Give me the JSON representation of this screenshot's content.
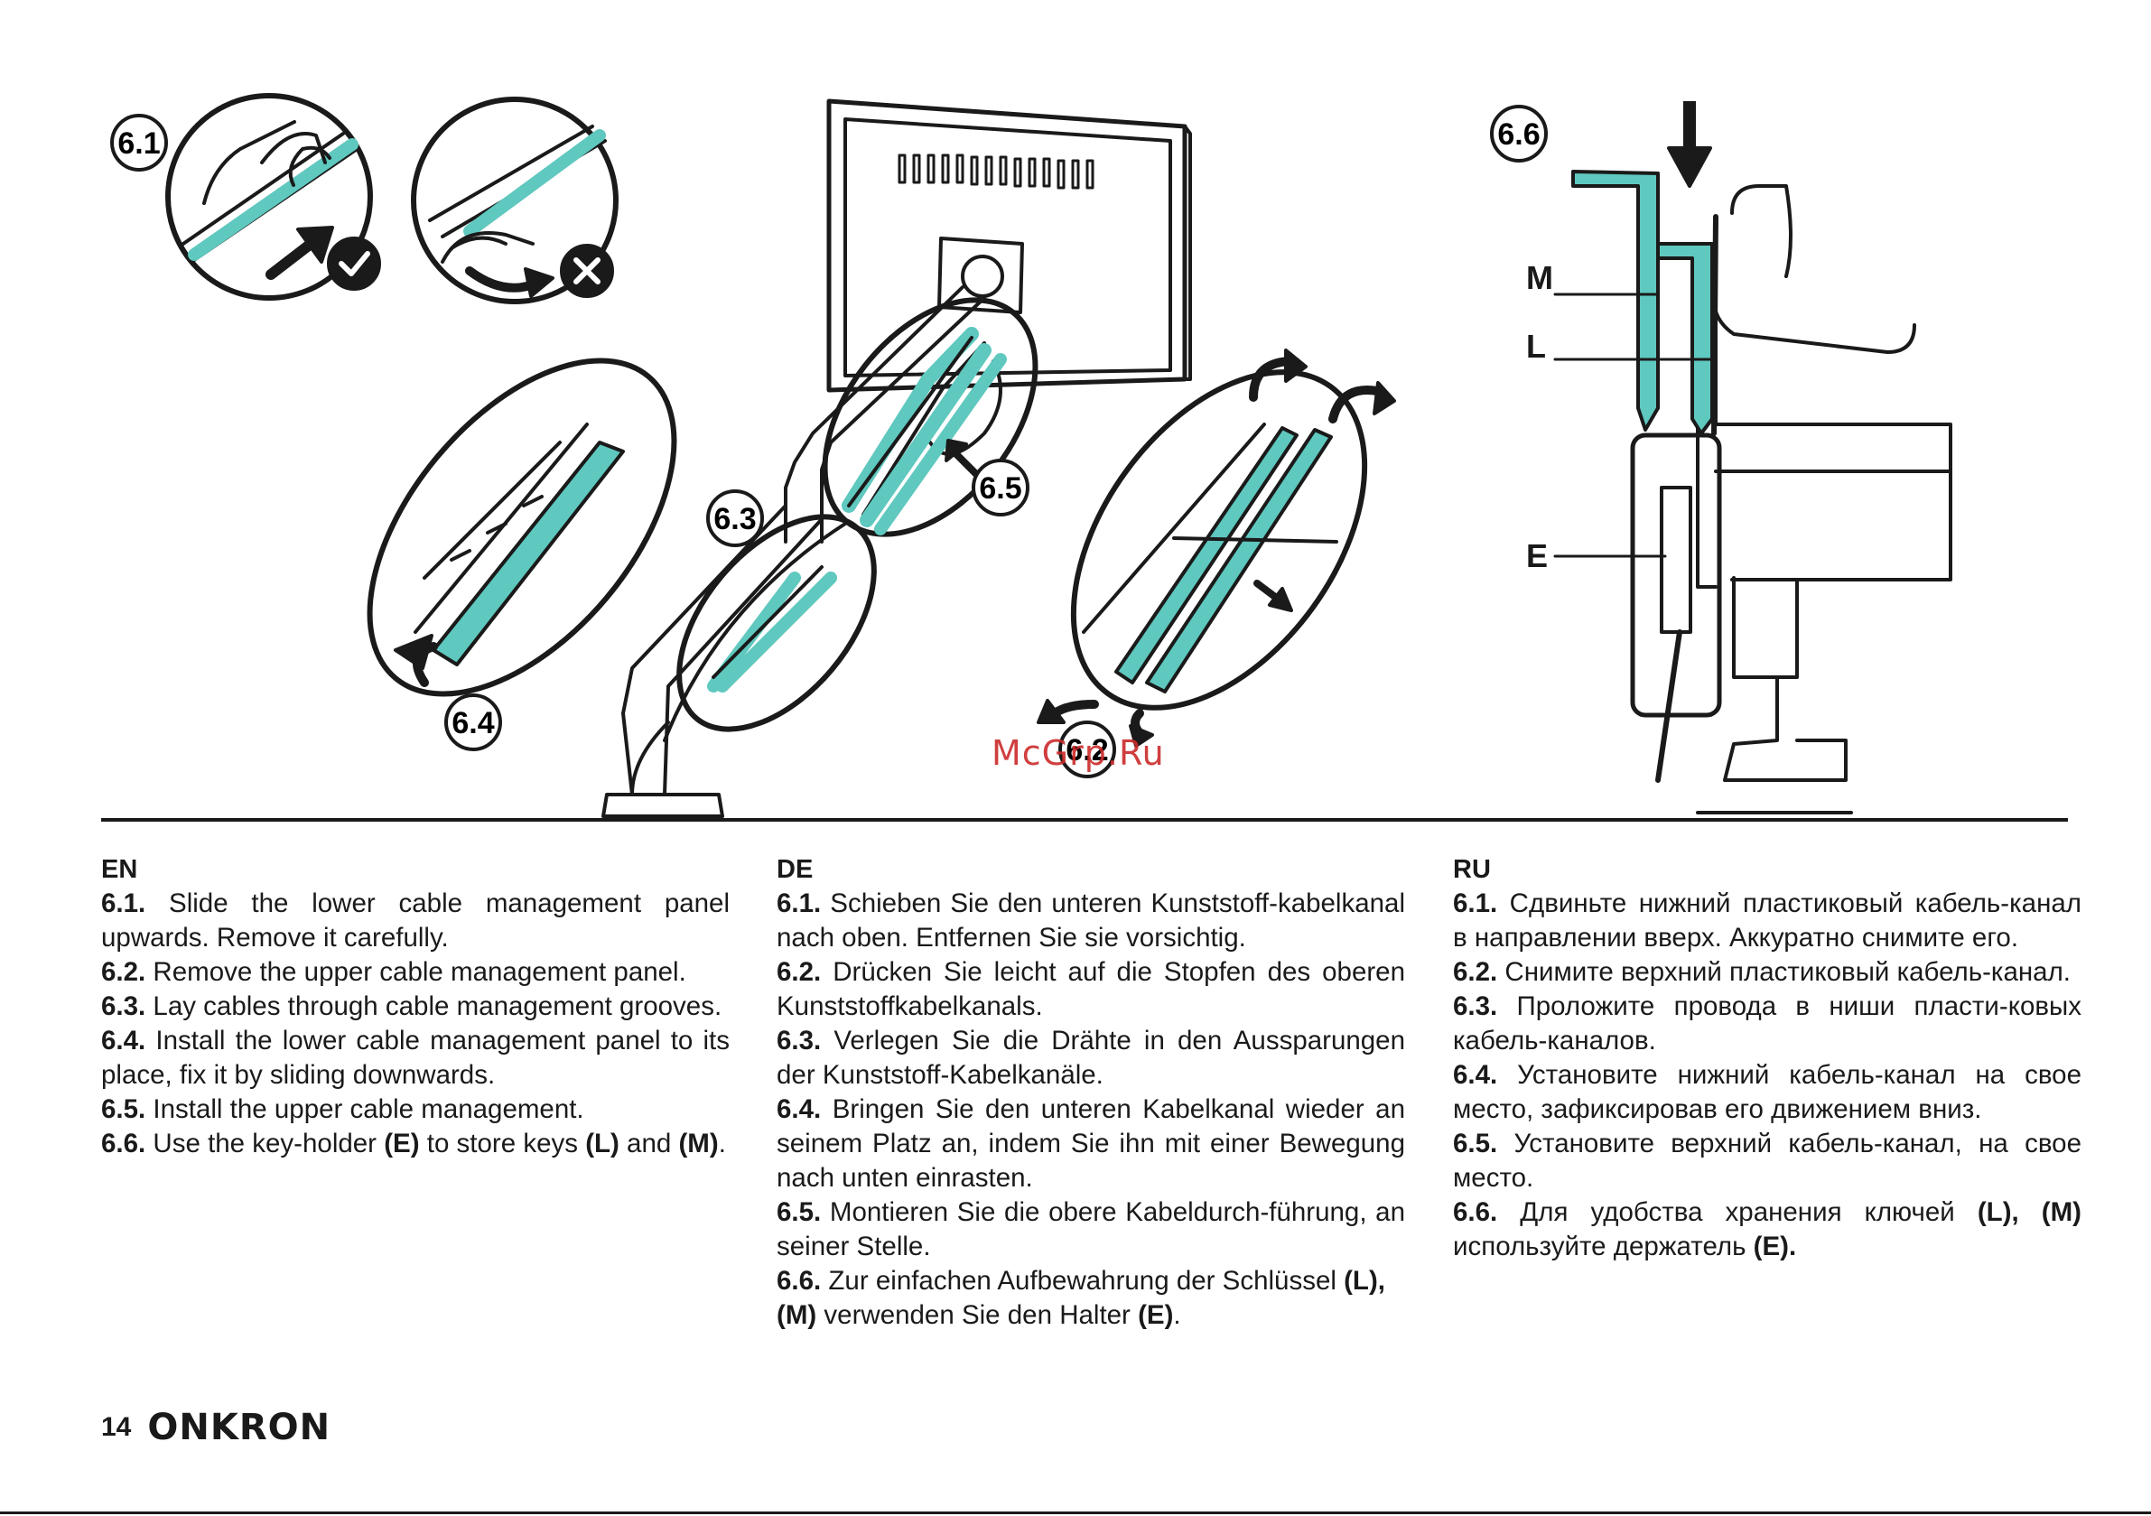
{
  "illustration": {
    "step_labels": [
      "6.1",
      "6.2",
      "6.3",
      "6.4",
      "6.5",
      "6.6"
    ],
    "key_labels": [
      "M",
      "L",
      "E"
    ],
    "accent_color": "#5fc8bf",
    "icons": [
      "check-icon",
      "cross-icon",
      "arrow-down-icon"
    ]
  },
  "watermark": "McGrp.Ru",
  "columns": [
    {
      "heading": "EN",
      "items": [
        {
          "num": "6.1.",
          "pre": " Slide the lower cable management panel upwards. Remove it carefully.",
          "b1": "",
          "mid": "",
          "b2": "",
          "post": "",
          "b3": "",
          "end": ""
        },
        {
          "num": "6.2.",
          "pre": " Remove the upper cable management panel.",
          "b1": "",
          "mid": "",
          "b2": "",
          "post": "",
          "b3": "",
          "end": ""
        },
        {
          "num": "6.3.",
          "pre": " Lay cables through cable management grooves.",
          "b1": "",
          "mid": "",
          "b2": "",
          "post": "",
          "b3": "",
          "end": ""
        },
        {
          "num": "6.4.",
          "pre": " Install the lower cable management panel to its place, fix it by sliding downwards.",
          "b1": "",
          "mid": "",
          "b2": "",
          "post": "",
          "b3": "",
          "end": ""
        },
        {
          "num": "6.5.",
          "pre": " Install the upper cable management.",
          "b1": "",
          "mid": "",
          "b2": "",
          "post": "",
          "b3": "",
          "end": ""
        },
        {
          "num": "6.6.",
          "pre": " Use the key-holder ",
          "b1": "(E)",
          "mid": " to store keys ",
          "b2": "(L)",
          "post": " and ",
          "b3": "(M)",
          "end": "."
        }
      ]
    },
    {
      "heading": "DE",
      "items": [
        {
          "num": "6.1.",
          "pre": " Schieben Sie den unteren Kunststoff-kabelkanal nach oben. Entfernen Sie sie vorsichtig.",
          "b1": "",
          "mid": "",
          "b2": "",
          "post": "",
          "b3": "",
          "end": ""
        },
        {
          "num": "6.2.",
          "pre": " Drücken Sie leicht auf die Stopfen des oberen Kunststoffkabelkanals.",
          "b1": "",
          "mid": "",
          "b2": "",
          "post": "",
          "b3": "",
          "end": ""
        },
        {
          "num": "6.3.",
          "pre": " Verlegen Sie die Drähte in den Aussparungen der Kunststoff-Kabelkanäle.",
          "b1": "",
          "mid": "",
          "b2": "",
          "post": "",
          "b3": "",
          "end": ""
        },
        {
          "num": "6.4.",
          "pre": " Bringen Sie den unteren Kabelkanal wieder an seinem Platz an, indem Sie ihn mit einer Bewegung nach unten einrasten.",
          "b1": "",
          "mid": "",
          "b2": "",
          "post": "",
          "b3": "",
          "end": ""
        },
        {
          "num": "6.5.",
          "pre": " Montieren Sie die obere Kabeldurch-führung, an seiner Stelle.",
          "b1": "",
          "mid": "",
          "b2": "",
          "post": "",
          "b3": "",
          "end": ""
        },
        {
          "num": "6.6.",
          "pre": " Zur einfachen Aufbewahrung der Schlüssel ",
          "b1": "(L), (M)",
          "mid": " verwenden Sie den Halter ",
          "b2": "(E)",
          "post": ".",
          "b3": "",
          "end": ""
        }
      ]
    },
    {
      "heading": "RU",
      "items": [
        {
          "num": "6.1.",
          "pre": " Сдвиньте нижний пластиковый кабель-канал в направлении вверх. Аккуратно снимите его.",
          "b1": "",
          "mid": "",
          "b2": "",
          "post": "",
          "b3": "",
          "end": ""
        },
        {
          "num": "6.2.",
          "pre": " Снимите верхний пластиковый кабель-канал.",
          "b1": "",
          "mid": "",
          "b2": "",
          "post": "",
          "b3": "",
          "end": ""
        },
        {
          "num": "6.3.",
          "pre": " Проложите провода в ниши пласти-ковых кабель-каналов.",
          "b1": "",
          "mid": "",
          "b2": "",
          "post": "",
          "b3": "",
          "end": ""
        },
        {
          "num": "6.4.",
          "pre": " Установите нижний кабель-канал на свое место, зафиксировав его движением вниз.",
          "b1": "",
          "mid": "",
          "b2": "",
          "post": "",
          "b3": "",
          "end": ""
        },
        {
          "num": "6.5.",
          "pre": " Установите верхний кабель-канал, на свое место.",
          "b1": "",
          "mid": "",
          "b2": "",
          "post": "",
          "b3": "",
          "end": ""
        },
        {
          "num": "6.6.",
          "pre": " Для удобства хранения ключей ",
          "b1": "(L), (M)",
          "mid": " используйте держатель ",
          "b2": "(E).",
          "post": "",
          "b3": "",
          "end": ""
        }
      ]
    }
  ],
  "footer": {
    "page_number": "14",
    "brand": "ONKRON"
  }
}
